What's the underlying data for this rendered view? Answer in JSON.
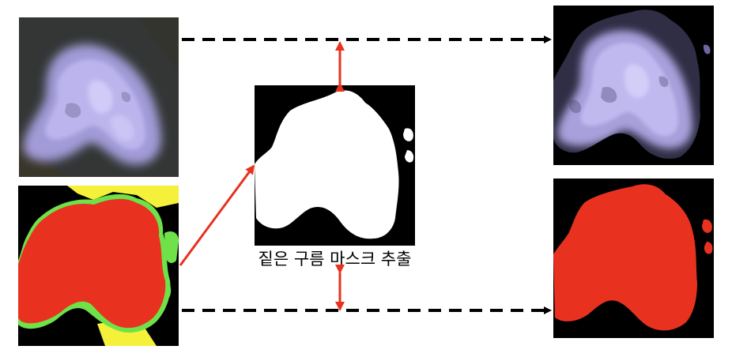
{
  "caption": "짙은 구름 마스크 추출",
  "colors": {
    "background": "#ffffff",
    "thick_cloud_mask": "#e8321f",
    "thin_cloud_mask": "#6fe24a",
    "shadow_mask": "#f5f03a",
    "clear_mask": "#000000",
    "binary_mask_fg": "#ffffff",
    "binary_mask_bg": "#000000",
    "flow_arrow": "#000000",
    "mask_arrow": "#e8321f"
  },
  "panels": {
    "source_image": {
      "name": "satellite-cloud-image"
    },
    "source_mask": {
      "name": "cloud-class-mask"
    },
    "center_mask": {
      "name": "thick-cloud-binary-mask"
    },
    "output_image": {
      "name": "masked-cloud-image"
    },
    "output_mask": {
      "name": "thick-cloud-only-mask"
    }
  }
}
